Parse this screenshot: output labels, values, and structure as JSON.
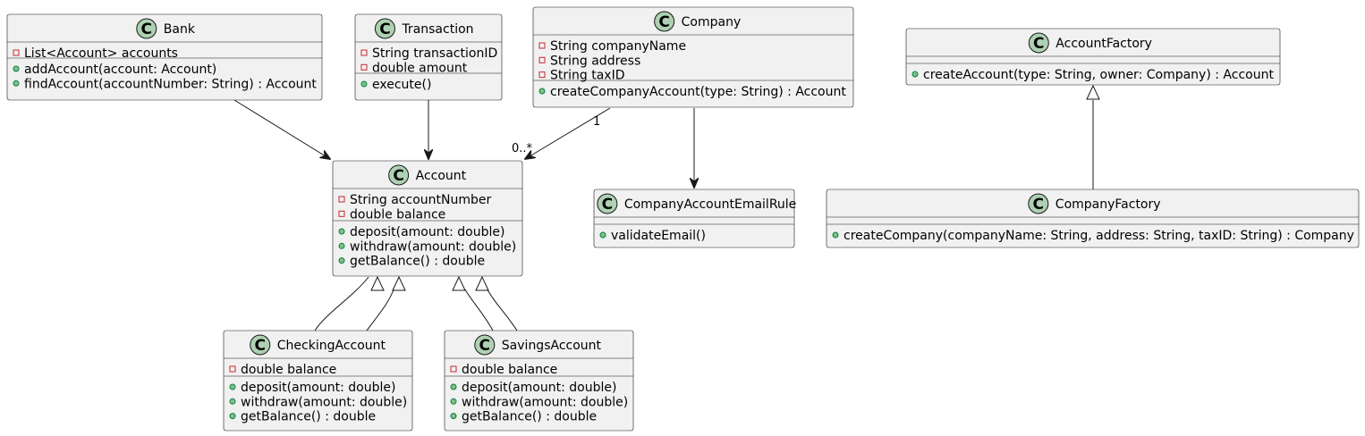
{
  "diagram": {
    "type": "uml-class-diagram",
    "classes": [
      {
        "id": "bank",
        "name": "Bank",
        "stereotype_letter": "C",
        "attributes": [
          {
            "visibility": "private",
            "text": "List<Account> accounts"
          }
        ],
        "methods": [
          {
            "visibility": "public",
            "text": "addAccount(account: Account)"
          },
          {
            "visibility": "public",
            "text": "findAccount(accountNumber: String) : Account"
          }
        ]
      },
      {
        "id": "transaction",
        "name": "Transaction",
        "stereotype_letter": "C",
        "attributes": [
          {
            "visibility": "private",
            "text": "String transactionID"
          },
          {
            "visibility": "private",
            "text": "double amount"
          }
        ],
        "methods": [
          {
            "visibility": "public",
            "text": "execute()"
          }
        ]
      },
      {
        "id": "company",
        "name": "Company",
        "stereotype_letter": "C",
        "attributes": [
          {
            "visibility": "private",
            "text": "String companyName"
          },
          {
            "visibility": "private",
            "text": "String address"
          },
          {
            "visibility": "private",
            "text": "String taxID"
          }
        ],
        "methods": [
          {
            "visibility": "public",
            "text": "createCompanyAccount(type: String) : Account"
          }
        ]
      },
      {
        "id": "accountfactory",
        "name": "AccountFactory",
        "stereotype_letter": "C",
        "attributes": [],
        "methods": [
          {
            "visibility": "public",
            "text": "createAccount(type: String, owner: Company) : Account"
          }
        ]
      },
      {
        "id": "account",
        "name": "Account",
        "stereotype_letter": "C",
        "attributes": [
          {
            "visibility": "private",
            "text": "String accountNumber"
          },
          {
            "visibility": "private",
            "text": "double balance"
          }
        ],
        "methods": [
          {
            "visibility": "public",
            "text": "deposit(amount: double)"
          },
          {
            "visibility": "public",
            "text": "withdraw(amount: double)"
          },
          {
            "visibility": "public",
            "text": "getBalance() : double"
          }
        ]
      },
      {
        "id": "emailrule",
        "name": "CompanyAccountEmailRule",
        "stereotype_letter": "C",
        "attributes": [],
        "methods": [
          {
            "visibility": "public",
            "text": "validateEmail()"
          }
        ]
      },
      {
        "id": "companyfactory",
        "name": "CompanyFactory",
        "stereotype_letter": "C",
        "attributes": [],
        "methods": [
          {
            "visibility": "public",
            "text": "createCompany(companyName: String, address: String, taxID: String) : Company"
          }
        ]
      },
      {
        "id": "checking",
        "name": "CheckingAccount",
        "stereotype_letter": "C",
        "attributes": [
          {
            "visibility": "private",
            "text": "double balance"
          }
        ],
        "methods": [
          {
            "visibility": "public",
            "text": "deposit(amount: double)"
          },
          {
            "visibility": "public",
            "text": "withdraw(amount: double)"
          },
          {
            "visibility": "public",
            "text": "getBalance() : double"
          }
        ]
      },
      {
        "id": "savings",
        "name": "SavingsAccount",
        "stereotype_letter": "C",
        "attributes": [
          {
            "visibility": "private",
            "text": "double balance"
          }
        ],
        "methods": [
          {
            "visibility": "public",
            "text": "deposit(amount: double)"
          },
          {
            "visibility": "public",
            "text": "withdraw(amount: double)"
          },
          {
            "visibility": "public",
            "text": "getBalance() : double"
          }
        ]
      }
    ],
    "relations": [
      {
        "from": "bank",
        "to": "account",
        "kind": "association"
      },
      {
        "from": "transaction",
        "to": "account",
        "kind": "association"
      },
      {
        "from": "company",
        "to": "account",
        "kind": "association",
        "from_multiplicity": "1",
        "to_multiplicity": "0..*"
      },
      {
        "from": "company",
        "to": "emailrule",
        "kind": "association"
      },
      {
        "from": "companyfactory",
        "to": "accountfactory",
        "kind": "generalization"
      },
      {
        "from": "checking",
        "to": "account",
        "kind": "generalization"
      },
      {
        "from": "checking",
        "to": "account",
        "kind": "generalization"
      },
      {
        "from": "savings",
        "to": "account",
        "kind": "generalization"
      },
      {
        "from": "savings",
        "to": "account",
        "kind": "generalization"
      }
    ],
    "colors": {
      "box_fill": "#f1f1f1",
      "box_stroke": "#181818",
      "badge_fill": "#add1b2",
      "private_marker": "#c82930",
      "public_marker": "#84be84"
    }
  }
}
